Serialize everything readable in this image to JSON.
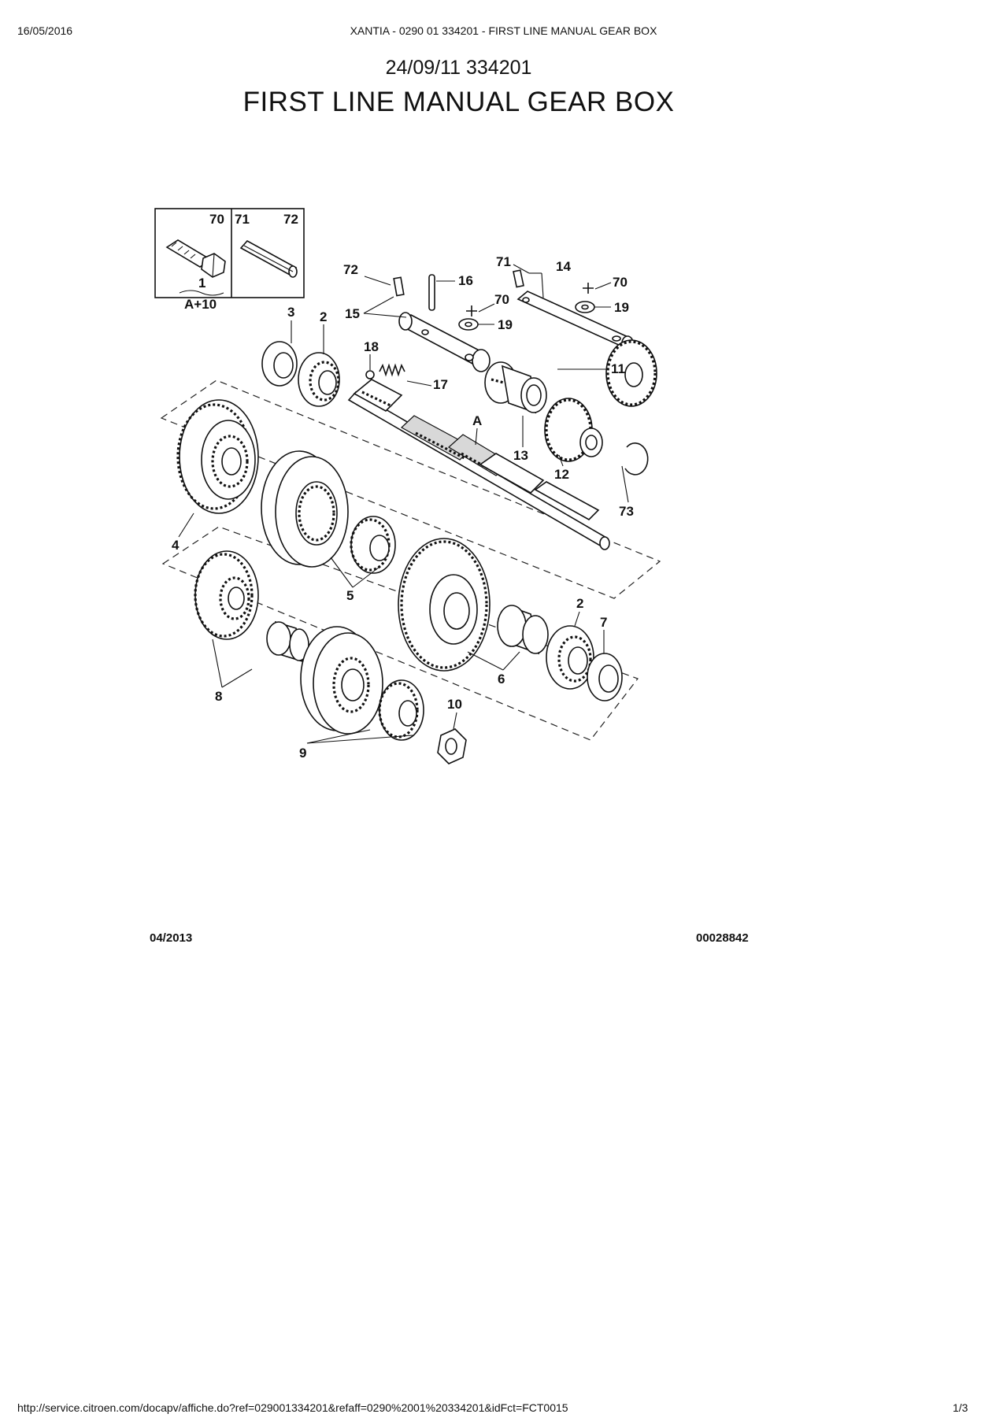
{
  "header": {
    "date": "16/05/2016",
    "title": "XANTIA - 0290 01 334201 - FIRST LINE MANUAL GEAR BOX"
  },
  "document": {
    "reference": "24/09/11 334201",
    "title": "FIRST LINE MANUAL GEAR BOX"
  },
  "diagram": {
    "inset_labels": [
      "70",
      "71",
      "72"
    ],
    "assembly_label": "1",
    "assembly_sublabel": "A+10",
    "shaft_label": "A",
    "callouts": {
      "c72": "72",
      "c16": "16",
      "c71": "71",
      "c14": "14",
      "c70a": "70",
      "c70b": "70",
      "c19a": "19",
      "c19b": "19",
      "c15": "15",
      "c3": "3",
      "c2a": "2",
      "c18": "18",
      "c17": "17",
      "c11": "11",
      "c13": "13",
      "c12": "12",
      "c73": "73",
      "c4": "4",
      "c5": "5",
      "c2b": "2",
      "c7": "7",
      "c6": "6",
      "c8": "8",
      "c9": "9",
      "c10": "10"
    },
    "footer_date": "04/2013",
    "footer_code": "00028842"
  },
  "footer": {
    "url": "http://service.citroen.com/docapv/affiche.do?ref=029001334201&refaff=0290%2001%20334201&idFct=FCT0015",
    "page": "1/3"
  }
}
